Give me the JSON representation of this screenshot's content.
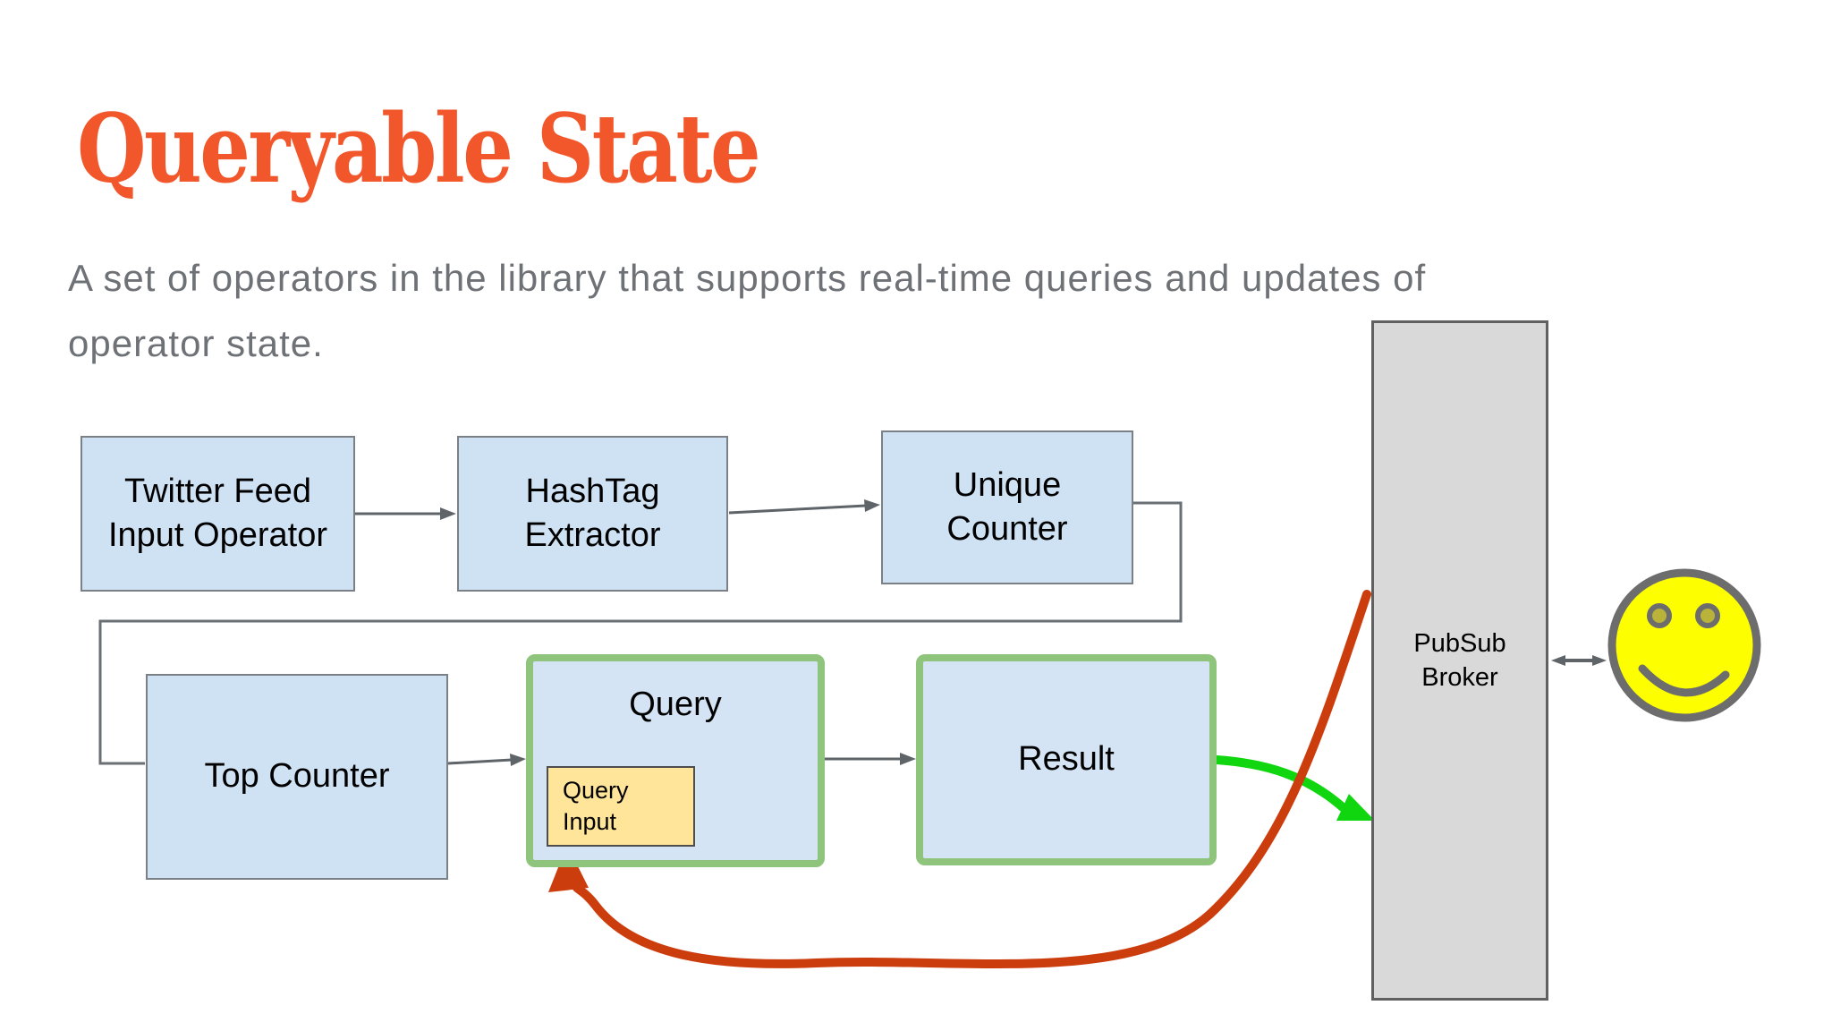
{
  "slide": {
    "title": "Queryable State",
    "subtitle_line1": "A set of operators in the library that supports real-time queries and updates of",
    "subtitle_line2": "operator state."
  },
  "diagram": {
    "nodes": {
      "twitter_feed": {
        "label": "Twitter Feed\nInput Operator"
      },
      "hashtag_extractor": {
        "label": "HashTag\nExtractor"
      },
      "unique_counter": {
        "label": "Unique\nCounter"
      },
      "top_counter": {
        "label": "Top Counter"
      },
      "query": {
        "label": "Query"
      },
      "query_input": {
        "label": "Query\nInput"
      },
      "result": {
        "label": "Result"
      },
      "pubsub_broker": {
        "label": "PubSub\nBroker"
      }
    },
    "icons": {
      "subscriber": "smiley-face-icon"
    },
    "colors": {
      "title_accent": "#f2572b",
      "subtitle_gray": "#6e7276",
      "node_fill_blue": "#cfe2f3",
      "node_border_gray": "#7b8087",
      "queryable_border_green": "#8fc47d",
      "query_input_fill_yellow": "#ffe599",
      "broker_fill_gray": "#d9d9d9",
      "flow_arrow_gray": "#5f6468",
      "update_arrow_red": "#cc3d0e",
      "publish_arrow_green": "#10d610",
      "smiley_yellow": "#fdff00"
    }
  }
}
